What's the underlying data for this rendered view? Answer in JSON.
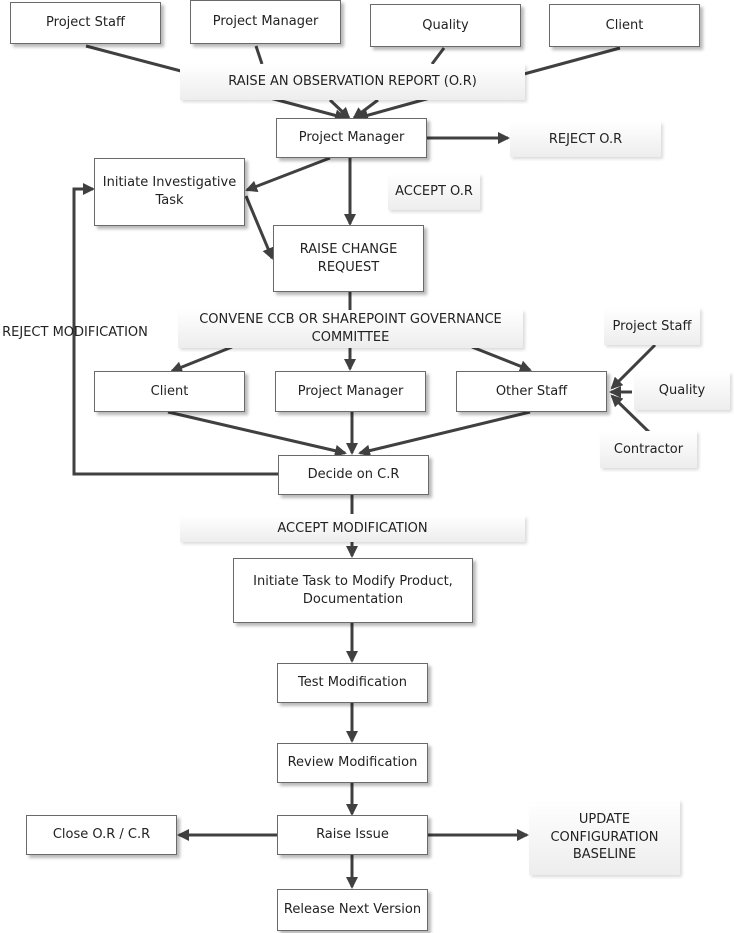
{
  "nodes": {
    "source_project_staff": "Project Staff",
    "source_project_manager": "Project Manager",
    "source_quality": "Quality",
    "source_client": "Client",
    "raise_or": "RAISE AN OBSERVATION REPORT (O.R)",
    "pm_review": "Project Manager",
    "reject_or": "REJECT O.R",
    "accept_or": "ACCEPT O.R",
    "initiate_investigative": "Initiate Investigative Task",
    "raise_change_request": "RAISE CHANGE REQUEST",
    "reject_modification": "REJECT MODIFICATION",
    "convene_ccb": "CONVENE CCB OR SHAREPOINT GOVERNANCE COMMITTEE",
    "ccb_client": "Client",
    "ccb_project_manager": "Project Manager",
    "ccb_other_staff": "Other Staff",
    "other_project_staff": "Project Staff",
    "other_quality": "Quality",
    "other_contractor": "Contractor",
    "decide_cr": "Decide on C.R",
    "accept_modification": "ACCEPT MODIFICATION",
    "initiate_modify": "Initiate Task to Modify Product, Documentation",
    "test_modification": "Test Modification",
    "review_modification": "Review Modification",
    "raise_issue": "Raise Issue",
    "close_or_cr": "Close O.R / C.R",
    "update_baseline": "UPDATE CONFIGURATION BASELINE",
    "release_next_version": "Release Next Version"
  },
  "colors": {
    "arrow": "#404040",
    "box_border": "#6a6a6a",
    "text": "#222222"
  }
}
